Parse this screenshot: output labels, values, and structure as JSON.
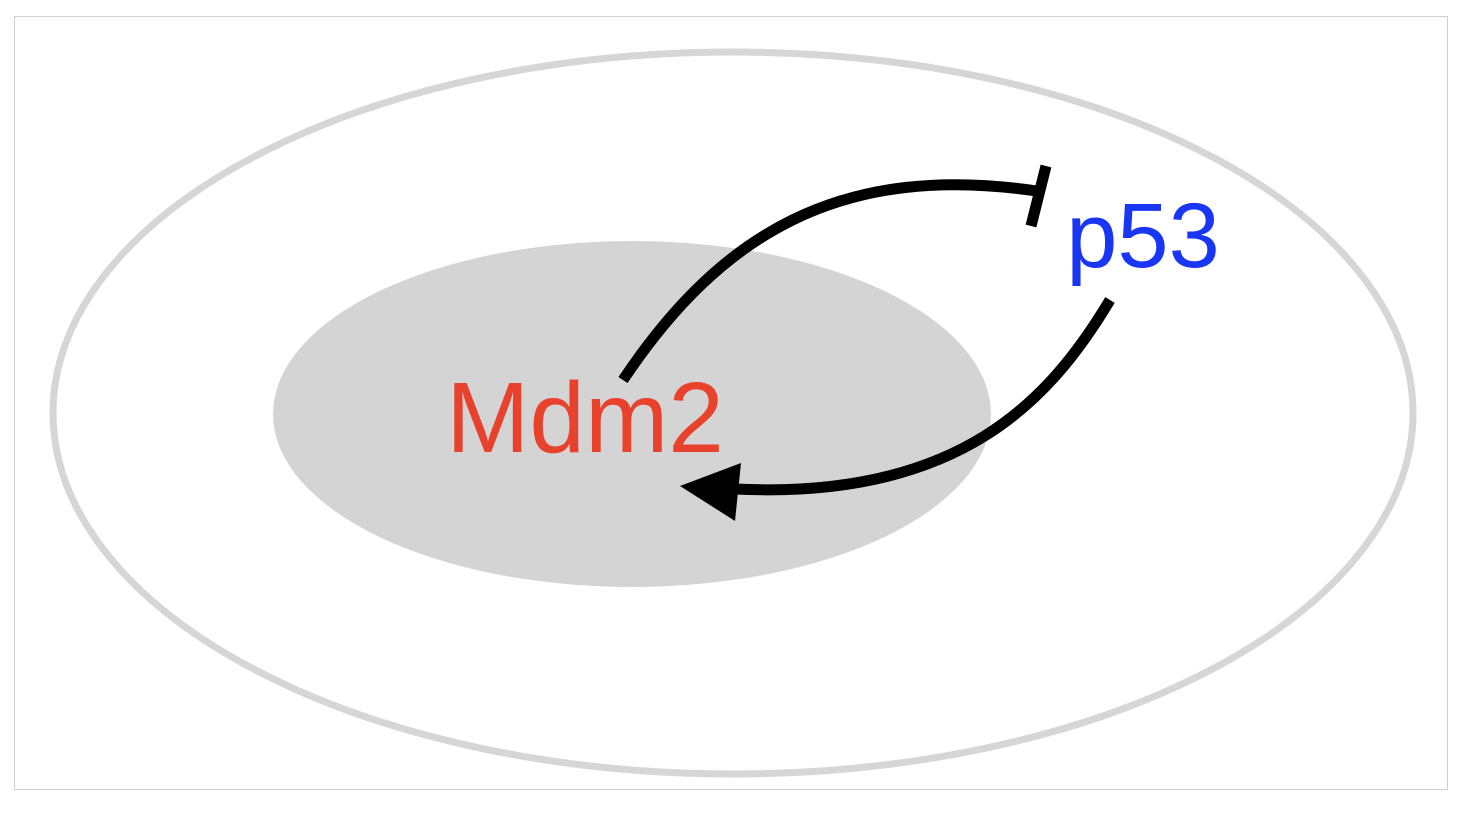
{
  "diagram": {
    "nodes": {
      "mdm2": {
        "label": "Mdm2",
        "color": "#e8412c"
      },
      "p53": {
        "label": "p53",
        "color": "#1a36f5"
      }
    },
    "edges": [
      {
        "from": "p53",
        "to": "mdm2",
        "kind": "activation-arrow"
      },
      {
        "from": "mdm2",
        "to": "p53",
        "kind": "inhibition-bar"
      }
    ],
    "colors": {
      "cell_outline": "#d6d6d6",
      "nucleus_fill": "#d4d4d4",
      "edge": "#000000"
    }
  }
}
